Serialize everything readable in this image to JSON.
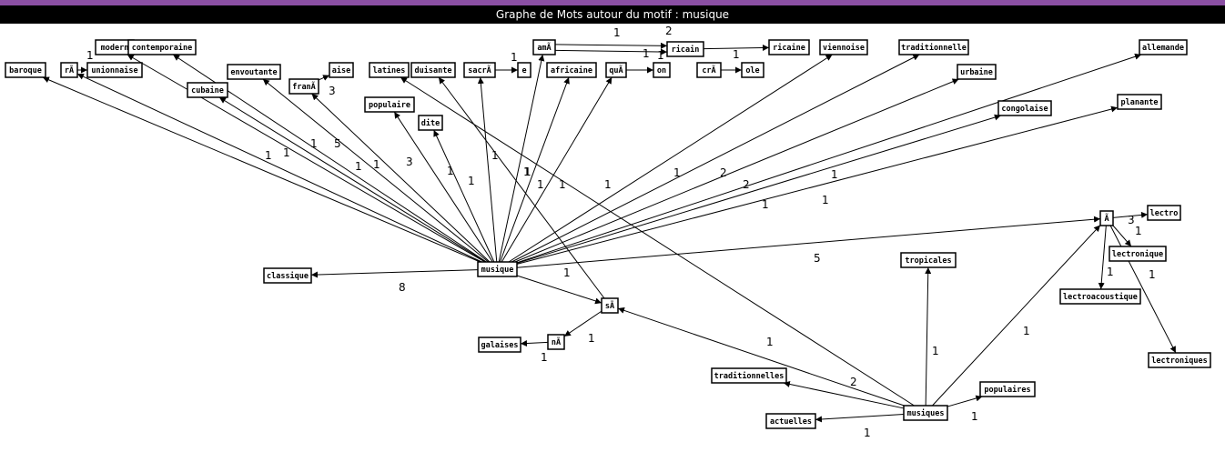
{
  "window": {
    "title": "Graphe de Mots autour du motif : musique"
  },
  "nodes": [
    {
      "id": "musique",
      "label": "musique"
    },
    {
      "id": "musiques",
      "label": "musiques"
    },
    {
      "id": "baroque",
      "label": "baroque"
    },
    {
      "id": "ra",
      "label": "rÃ"
    },
    {
      "id": "unionnaise",
      "label": "unionnaise"
    },
    {
      "id": "modern",
      "label": "modern"
    },
    {
      "id": "contemporaine",
      "label": "contemporaine"
    },
    {
      "id": "cubaine",
      "label": "cubaine"
    },
    {
      "id": "envoutante",
      "label": "envoutante"
    },
    {
      "id": "frana",
      "label": "franÃ"
    },
    {
      "id": "aise",
      "label": "aise"
    },
    {
      "id": "populaire",
      "label": "populaire"
    },
    {
      "id": "latines",
      "label": "latines"
    },
    {
      "id": "duisante",
      "label": "duisante"
    },
    {
      "id": "dite",
      "label": "dite"
    },
    {
      "id": "sacra",
      "label": "sacrÃ"
    },
    {
      "id": "e",
      "label": "e"
    },
    {
      "id": "ama",
      "label": "amÃ"
    },
    {
      "id": "ricain",
      "label": "ricain"
    },
    {
      "id": "ricaine",
      "label": "ricaine"
    },
    {
      "id": "africaine",
      "label": "africaine"
    },
    {
      "id": "qua",
      "label": "quÃ"
    },
    {
      "id": "on",
      "label": "on"
    },
    {
      "id": "cra",
      "label": "crÃ"
    },
    {
      "id": "ole",
      "label": "ole"
    },
    {
      "id": "viennoise",
      "label": "viennoise"
    },
    {
      "id": "traditionnelle",
      "label": "traditionnelle"
    },
    {
      "id": "urbaine",
      "label": "urbaine"
    },
    {
      "id": "allemande",
      "label": "allemande"
    },
    {
      "id": "congolaise",
      "label": "congolaise"
    },
    {
      "id": "planante",
      "label": "planante"
    },
    {
      "id": "a_hub",
      "label": "Ã"
    },
    {
      "id": "lectro",
      "label": "lectro"
    },
    {
      "id": "lectronique",
      "label": "lectronique"
    },
    {
      "id": "lectroacoustique",
      "label": "lectroacoustique"
    },
    {
      "id": "lectroniques",
      "label": "lectroniques"
    },
    {
      "id": "classique",
      "label": "classique"
    },
    {
      "id": "sa",
      "label": "sÃ"
    },
    {
      "id": "na",
      "label": "nÃ"
    },
    {
      "id": "galaises",
      "label": "galaises"
    },
    {
      "id": "tropicales",
      "label": "tropicales"
    },
    {
      "id": "traditionnelles",
      "label": "traditionnelles"
    },
    {
      "id": "actuelles",
      "label": "actuelles"
    },
    {
      "id": "populaires",
      "label": "populaires"
    }
  ],
  "edges": [
    {
      "from": "musique",
      "to": "baroque",
      "weight": "1"
    },
    {
      "from": "musique",
      "to": "ra",
      "weight": "1"
    },
    {
      "from": "ra",
      "to": "unionnaise",
      "weight": "1"
    },
    {
      "from": "musique",
      "to": "modern",
      "weight": "1"
    },
    {
      "from": "musique",
      "to": "contemporaine",
      "weight": "5"
    },
    {
      "from": "musique",
      "to": "cubaine",
      "weight": "1"
    },
    {
      "from": "musique",
      "to": "envoutante",
      "weight": "1"
    },
    {
      "from": "musique",
      "to": "frana",
      "weight": "3"
    },
    {
      "from": "frana",
      "to": "aise",
      "weight": "3"
    },
    {
      "from": "musique",
      "to": "populaire",
      "weight": "1"
    },
    {
      "from": "musique",
      "to": "dite",
      "weight": "1"
    },
    {
      "from": "musique",
      "to": "sacra",
      "weight": "1"
    },
    {
      "from": "sacra",
      "to": "e",
      "weight": "1"
    },
    {
      "from": "musique",
      "to": "ama",
      "weight": "1"
    },
    {
      "from": "ama",
      "to": "ricain",
      "weight": "1"
    },
    {
      "from": "ama",
      "to": "ricain",
      "weight": "2"
    },
    {
      "from": "ricain",
      "to": "ricaine",
      "weight": "1"
    },
    {
      "from": "musique",
      "to": "africaine",
      "weight": "1"
    },
    {
      "from": "musique",
      "to": "qua",
      "weight": "1"
    },
    {
      "from": "qua",
      "to": "on",
      "weight": "1"
    },
    {
      "from": "cra",
      "to": "ole",
      "weight": "1"
    },
    {
      "from": "musique",
      "to": "viennoise",
      "weight": "1"
    },
    {
      "from": "musique",
      "to": "traditionnelle",
      "weight": "2"
    },
    {
      "from": "musique",
      "to": "urbaine",
      "weight": "2"
    },
    {
      "from": "musique",
      "to": "allemande",
      "weight": "1"
    },
    {
      "from": "musique",
      "to": "congolaise",
      "weight": "1"
    },
    {
      "from": "musique",
      "to": "planante",
      "weight": "1"
    },
    {
      "from": "musique",
      "to": "a_hub",
      "weight": "5"
    },
    {
      "from": "musique",
      "to": "classique",
      "weight": "8"
    },
    {
      "from": "musique",
      "to": "sa",
      "weight": "1"
    },
    {
      "from": "sa",
      "to": "duisante",
      "weight": "1"
    },
    {
      "from": "sa",
      "to": "na",
      "weight": "1"
    },
    {
      "from": "na",
      "to": "galaises",
      "weight": "1"
    },
    {
      "from": "musiques",
      "to": "latines",
      "weight": "1"
    },
    {
      "from": "musiques",
      "to": "sa",
      "weight": "1"
    },
    {
      "from": "musiques",
      "to": "a_hub",
      "weight": "1"
    },
    {
      "from": "musiques",
      "to": "tropicales",
      "weight": "1"
    },
    {
      "from": "musiques",
      "to": "traditionnelles",
      "weight": "2"
    },
    {
      "from": "musiques",
      "to": "actuelles",
      "weight": "1"
    },
    {
      "from": "musiques",
      "to": "populaires",
      "weight": "1"
    },
    {
      "from": "a_hub",
      "to": "lectro",
      "weight": "3"
    },
    {
      "from": "a_hub",
      "to": "lectronique",
      "weight": "1"
    },
    {
      "from": "a_hub",
      "to": "lectroacoustique",
      "weight": "1"
    },
    {
      "from": "a_hub",
      "to": "lectroniques",
      "weight": "1"
    }
  ]
}
